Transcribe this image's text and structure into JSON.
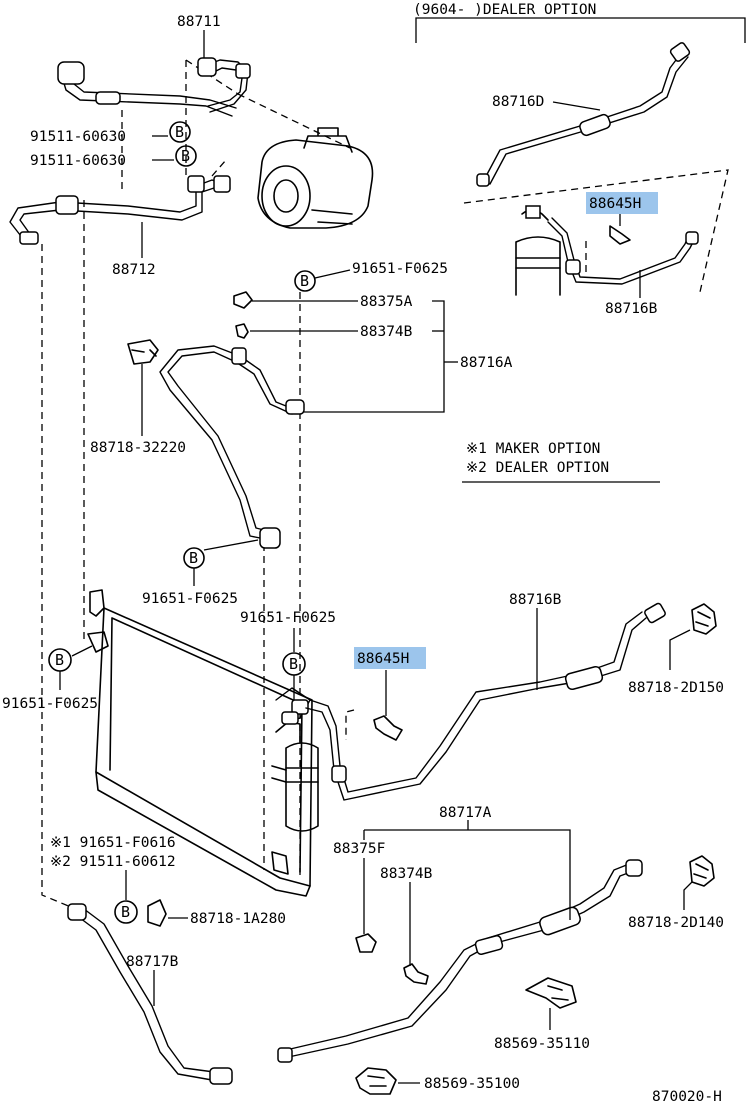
{
  "dealer_option_header": "(9604-     )DEALER OPTION",
  "notes": {
    "maker_option": "※1 MAKER OPTION",
    "dealer_option": "※2 DEALER OPTION"
  },
  "circle_letter": "B",
  "highlight_color": "#9cc5ec",
  "labels": {
    "p88711": "88711",
    "p91511_60630_a": "91511-60630",
    "p91511_60630_b": "91511-60630",
    "p88712": "88712",
    "p88716d": "88716D",
    "p88645h_top": "88645H",
    "p88716b_top": "88716B",
    "p91651_f0625_top": "91651-F0625",
    "p88375a": "88375A",
    "p88374b_top": "88374B",
    "p88716a": "88716A",
    "p88718_32220": "88718-32220",
    "p91651_f0625_mid": "91651-F0625",
    "p91651_f0625_right": "91651-F0625",
    "p91651_f0625_left": "91651-F0625",
    "p88716b_mid": "88716B",
    "p88645h_mid": "88645H",
    "p88718_2d150": "88718-2D150",
    "p91651_f0616": "※1 91651-F0616",
    "p91511_60612": "※2 91511-60612",
    "p88718_1a280": "88718-1A280",
    "p88717a": "88717A",
    "p88375f": "88375F",
    "p88374b_bottom": "88374B",
    "p88718_2d140": "88718-2D140",
    "p88717b": "88717B",
    "p88569_35110": "88569-35110",
    "p88569_35100": "88569-35100",
    "figure_code": "870020-H"
  }
}
